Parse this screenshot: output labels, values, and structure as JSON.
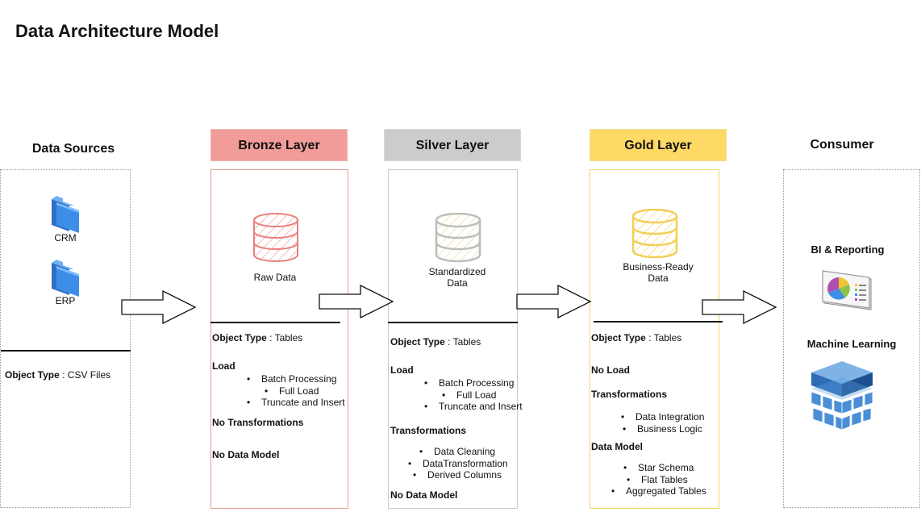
{
  "title": "Data Architecture Model",
  "sources": {
    "heading": "Data Sources",
    "items": [
      "CRM",
      "ERP"
    ],
    "object_type_label": "Object Type",
    "object_type_value": " : CSV Files"
  },
  "bronze": {
    "heading": "Bronze Layer",
    "icon_label": "Raw Data",
    "object_type_label": "Object Type",
    "object_type_value": " : Tables",
    "load_label": "Load",
    "load_items": [
      "Batch Processing",
      "Full Load",
      "Truncate and Insert"
    ],
    "transform_label": "No Transformations",
    "model_label": "No Data Model"
  },
  "silver": {
    "heading": "Silver Layer",
    "icon_label_1": "Standardized",
    "icon_label_2": "Data",
    "object_type_label": "Object Type",
    "object_type_value": " : Tables",
    "load_label": "Load",
    "load_items": [
      "Batch Processing",
      "Full Load",
      "Truncate and Insert"
    ],
    "transform_label": "Transformations",
    "transform_items": [
      "Data Cleaning",
      "DataTransformation",
      "Derived Columns"
    ],
    "model_label": "No Data Model"
  },
  "gold": {
    "heading": "Gold Layer",
    "icon_label_1": "Business-Ready",
    "icon_label_2": "Data",
    "object_type_label": "Object Type",
    "object_type_value": " : Tables",
    "load_label": "No Load",
    "transform_label": "Transformations",
    "transform_items": [
      "Data Integration",
      "Business Logic"
    ],
    "model_label": "Data Model",
    "model_items": [
      "Star Schema",
      "Flat Tables",
      "Aggregated Tables"
    ]
  },
  "consumer": {
    "heading": "Consumer",
    "items": [
      "BI & Reporting",
      "Machine Learning"
    ]
  },
  "colors": {
    "bronze": "#f19c99",
    "silver": "#cccccc",
    "gold": "#ffd966",
    "folder": "#3d8ee8"
  },
  "icons": [
    "folder-icon",
    "database-icon",
    "dashboard-icon",
    "cube-stack-icon",
    "arrow-right-icon"
  ]
}
